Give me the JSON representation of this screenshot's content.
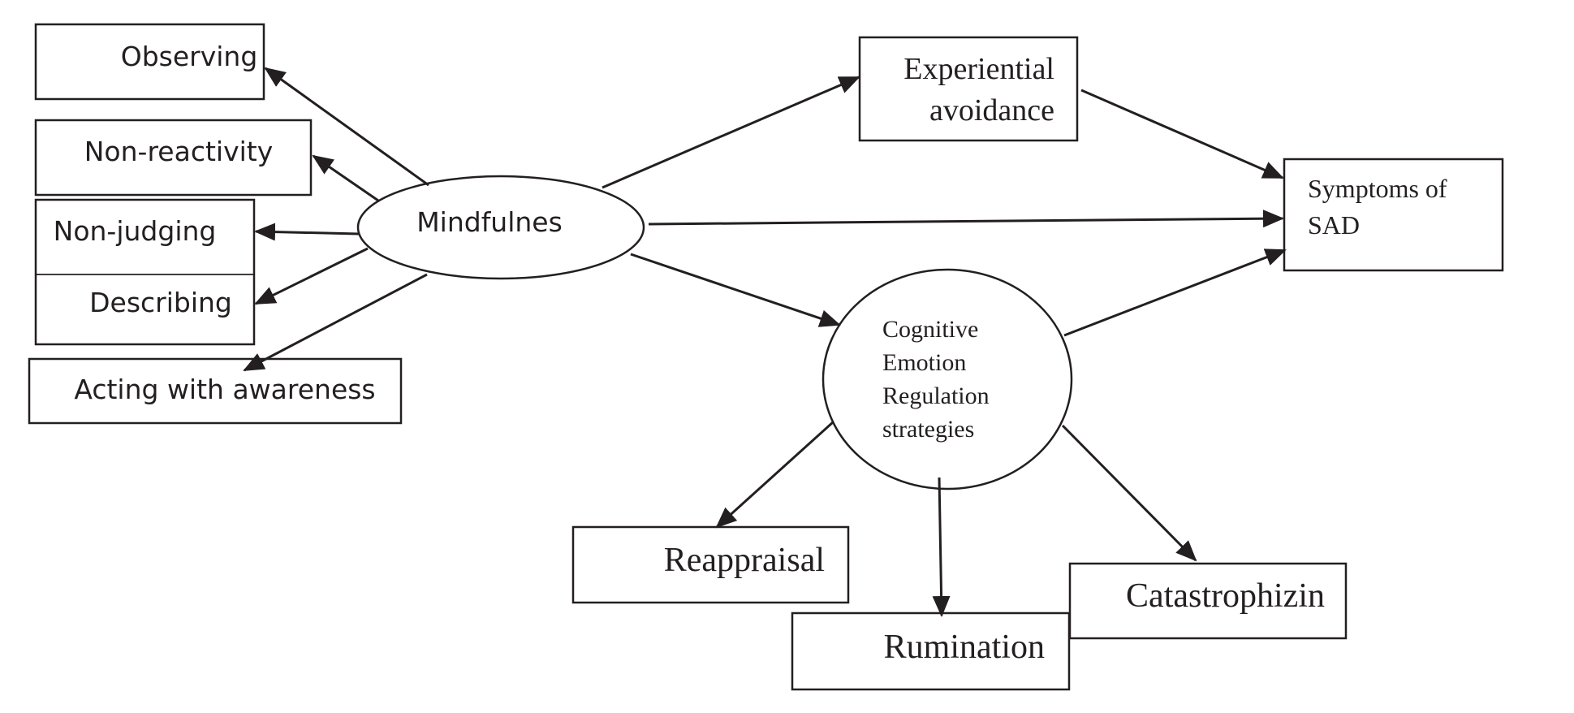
{
  "diagram": {
    "nodes": {
      "observing": "Observing",
      "non_reactivity": "Non-reactivity",
      "non_judging": "Non-judging",
      "describing": "Describing",
      "acting_with_awareness": "Acting with awareness",
      "mindfulness": "Mindfulnes",
      "experiential_avoidance": {
        "line1": "Experiential",
        "line2": "avoidance"
      },
      "symptoms_of_sad": {
        "line1": "Symptoms of",
        "line2": "SAD"
      },
      "cognitive_emotion_regulation": {
        "line1": "Cognitive",
        "line2": "Emotion",
        "line3": "Regulation",
        "line4": "strategies"
      },
      "reappraisal": "Reappraisal",
      "rumination": "Rumination",
      "catastrophizing": "Catastrophizin"
    },
    "colors": {
      "stroke": "#231f20",
      "background": "#ffffff"
    }
  }
}
